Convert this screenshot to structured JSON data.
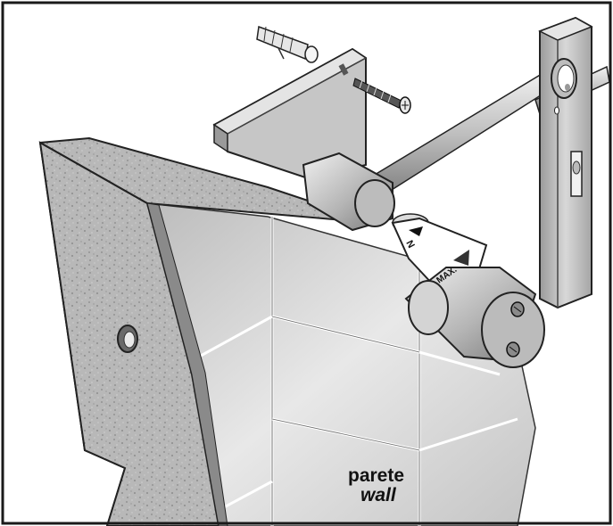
{
  "labels": {
    "main": "parete",
    "sub": "wall"
  },
  "tape": {
    "min_text": "N",
    "max_text": "MAX."
  },
  "colors": {
    "frame": "#1a1a1a",
    "stone": "#b8b8b8",
    "metal": "#c8c8c8",
    "tile": "#d4d4d4"
  }
}
